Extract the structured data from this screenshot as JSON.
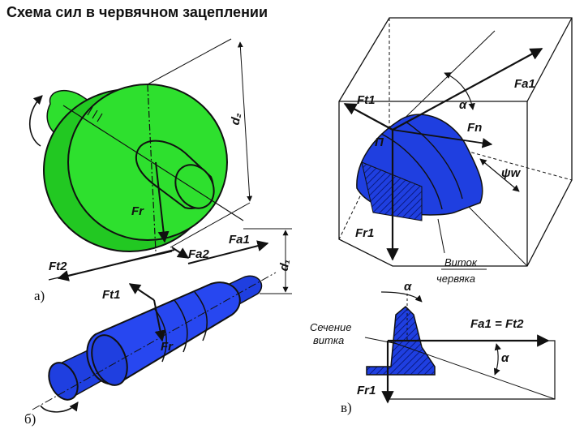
{
  "title": "Схема сил в червячном зацеплении",
  "panels": {
    "a": "а)",
    "b": "б)",
    "c": "в)"
  },
  "labels": {
    "d2": "d₂",
    "d1": "d₁",
    "Fr_wheel": "Fr",
    "Fa2": "Fa2",
    "Fa1_worm": "Fa1",
    "Ft2": "Ft2",
    "Ft1_worm": "Ft1",
    "Fr_worm": "Fr",
    "Ft1_box": "Ft1",
    "Fa1_box": "Fa1",
    "alpha_box": "α",
    "Fn": "Fn",
    "P": "П",
    "psi_w": "ψw",
    "Fr1_box": "Fr1",
    "vitok_1": "Виток",
    "vitok_2": "червяка",
    "alpha_sec": "α",
    "Fa1_eq": "Fa1 = Ft2",
    "alpha_sec2": "α",
    "sechenie_1": "Сечение",
    "sechenie_2": "витка",
    "Fr1_sec": "Fr1"
  },
  "colors": {
    "wheel": "#2ee02e",
    "worm": "#1f3fe0",
    "ink": "#111111"
  }
}
